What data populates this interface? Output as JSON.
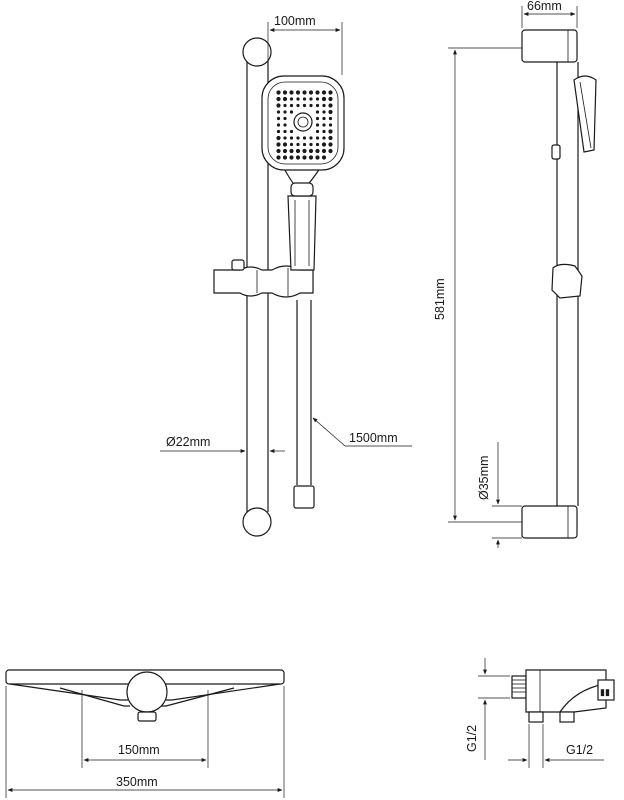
{
  "dimensions": {
    "head_width": "100mm",
    "bracket_depth": "66mm",
    "rail_length": "581mm",
    "rail_diameter": "Ø22mm",
    "hose_length": "1500mm",
    "bracket_diameter": "Ø35mm",
    "rail_centres": "150mm",
    "overall_width": "350mm",
    "thread_inlet": "G1/2",
    "thread_outlet": "G1/2"
  }
}
